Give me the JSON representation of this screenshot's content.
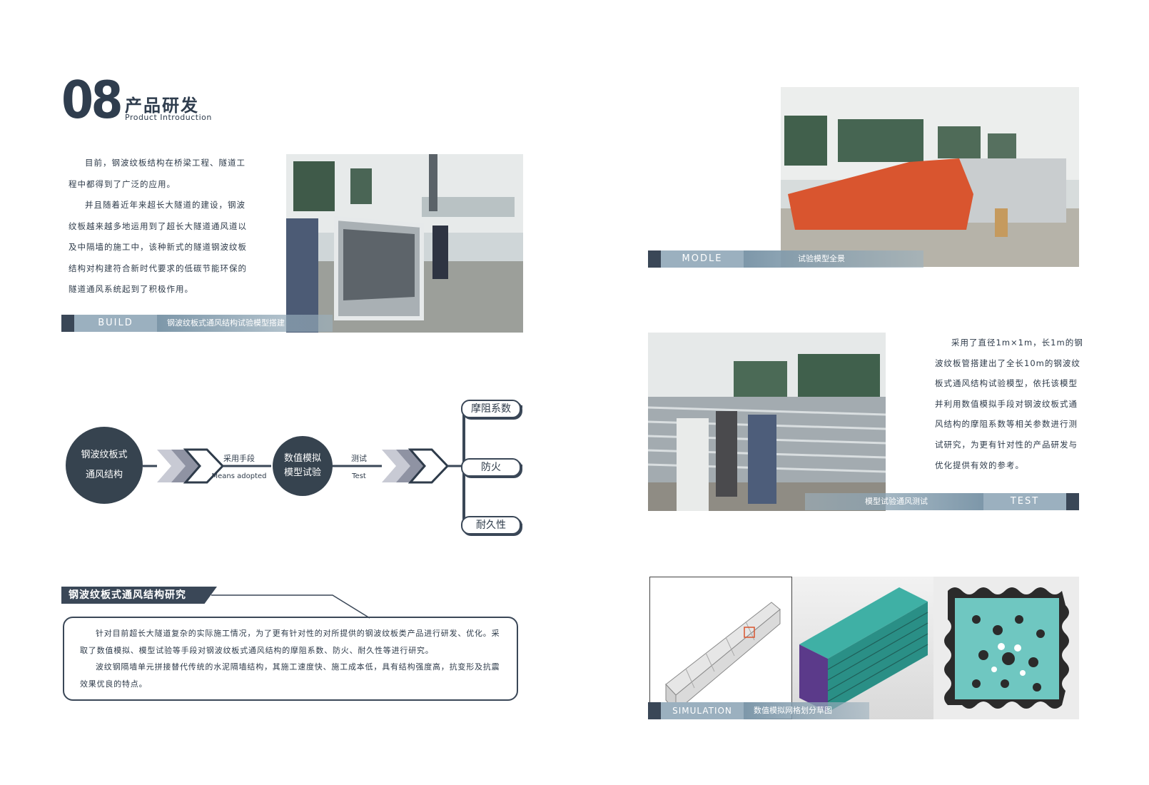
{
  "header": {
    "chapter_number": "08",
    "title": "产品研发",
    "subtitle": "Product Introduction"
  },
  "intro": {
    "paragraphs": [
      "目前，钢波纹板结构在桥梁工程、隧道工程中都得到了广泛的应用。",
      "并且随着近年来超长大隧道的建设，钢波纹板越来越多地运用到了超长大隧道通风道以及中隔墙的施工中，该种新式的隧道钢波纹板结构对构建符合新时代要求的低碳节能环保的隧道通风系统起到了积极作用。"
    ]
  },
  "build": {
    "tag": "BUILD",
    "caption": "钢波纹板式通风结构试验模型搭建"
  },
  "modle": {
    "tag": "MODLE",
    "caption": "试验模型全景"
  },
  "test": {
    "tag": "TEST",
    "caption": "模型试验通风测试",
    "paragraphs": [
      "采用了直径1m×1m，长1m的钢波纹板管搭建出了全长10m的钢波纹板式通风结构试验模型，依托该模型并利用数值模拟手段对钢波纹板式通风结构的摩阻系数等相关参数进行测试研究，为更有针对性的产品研发与优化提供有效的参考。"
    ]
  },
  "simulation": {
    "tag": "SIMULATION",
    "caption": "数值模拟网格划分草图"
  },
  "flow": {
    "start_line1": "钢波纹板式",
    "start_line2": "通风结构",
    "step1_cn": "采用手段",
    "step1_en": "Means adopted",
    "mid_line1": "数值模拟",
    "mid_line2": "模型试验",
    "step2_cn": "测试",
    "step2_en": "Test",
    "outputs": [
      "摩阻系数",
      "防火",
      "耐久性"
    ]
  },
  "research": {
    "title": "钢波纹板式通风结构研究",
    "paragraphs": [
      "针对目前超长大隧道复杂的实际施工情况，为了更有针对性的对所提供的钢波纹板类产品进行研发、优化。采取了数值模拟、模型试验等手段对钢波纹板式通风结构的摩阻系数、防火、耐久性等进行研究。",
      "波纹钢隔墙单元拼接替代传统的水泥隔墙结构，其施工速度快、施工成本低，具有结构强度高，抗变形及抗震效果优良的特点。"
    ]
  },
  "colors": {
    "dark": "#3a4757",
    "mid": "#9bb0bf",
    "accent_orange": "#d9552f"
  }
}
